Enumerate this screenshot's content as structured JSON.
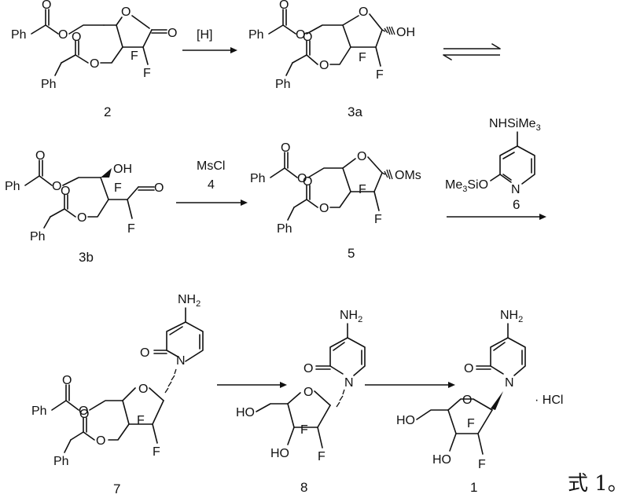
{
  "compounds": {
    "c2": {
      "number": "2"
    },
    "c3a": {
      "number": "3a"
    },
    "c3b": {
      "number": "3b"
    },
    "c5": {
      "number": "5"
    },
    "c6": {
      "number": "6"
    },
    "c7": {
      "number": "7"
    },
    "c8": {
      "number": "8"
    },
    "c1": {
      "number": "1"
    }
  },
  "reagents": {
    "r1": {
      "above": "[H]"
    },
    "r2": {
      "above": "MsCl",
      "below": "4"
    }
  },
  "atoms": {
    "O": "O",
    "F": "F",
    "N": "N",
    "Ph": "Ph",
    "OH": "OH",
    "HO": "HO",
    "OMs": "OMs",
    "NH2": "NH",
    "sub2": "2",
    "NHSiMe3": "NHSiMe",
    "sub3": "3",
    "Me3SiO_a": "Me",
    "Me3SiO_b": "SiO",
    "HCl": "· HCl"
  },
  "formula_label": "式 1。"
}
